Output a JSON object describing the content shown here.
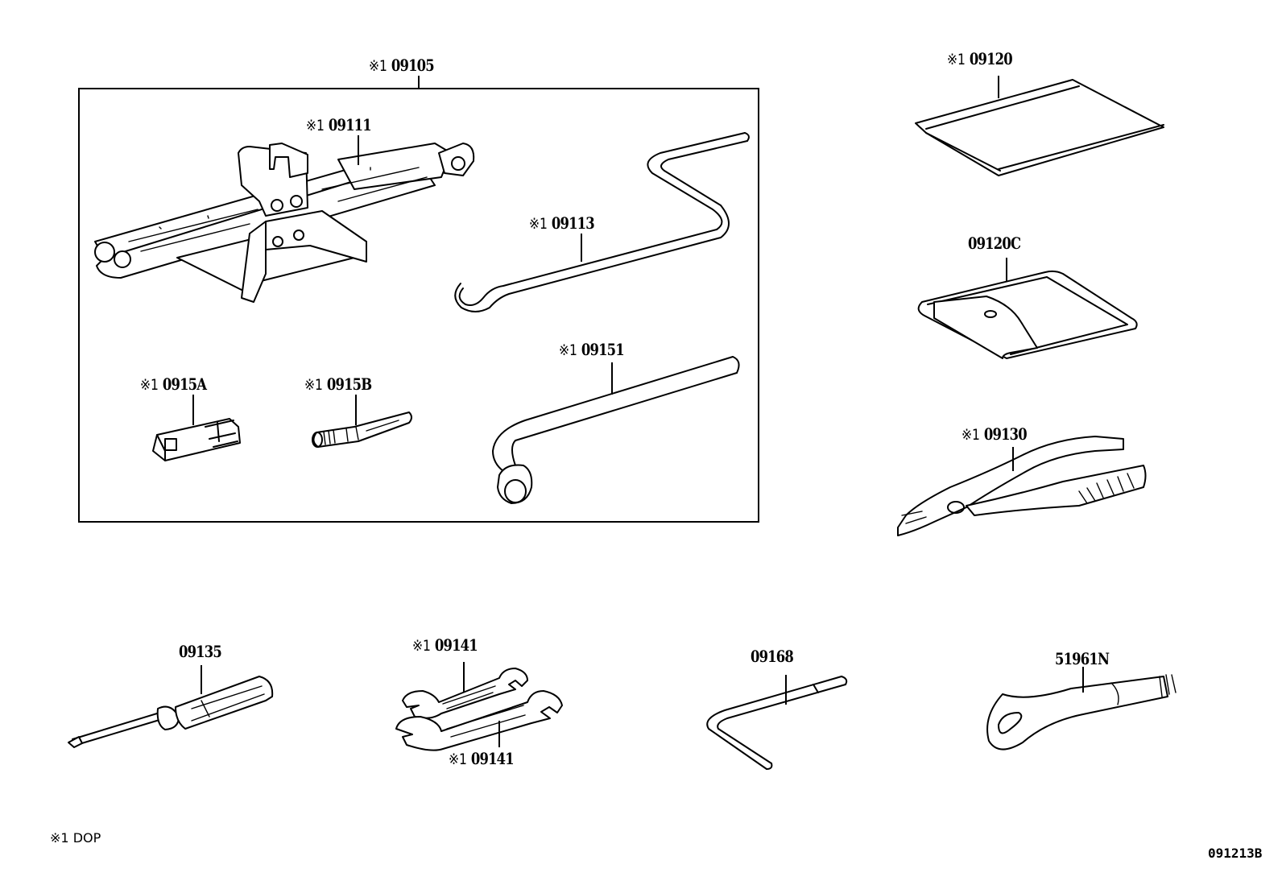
{
  "diagram": {
    "title_code": "091213B",
    "legend": {
      "mark": "※1",
      "text": "DOP"
    },
    "parts": [
      {
        "id": "jack-kit",
        "mark": "※1",
        "number": "09105"
      },
      {
        "id": "jack",
        "mark": "※1",
        "number": "09111"
      },
      {
        "id": "jack-handle",
        "mark": "※1",
        "number": "09113"
      },
      {
        "id": "wheel-nut-wrench",
        "mark": "※1",
        "number": "09151"
      },
      {
        "id": "socket-adapter-a",
        "mark": "※1",
        "number": "0915A"
      },
      {
        "id": "socket-adapter-b",
        "mark": "※1",
        "number": "0915B"
      },
      {
        "id": "tool-bag",
        "mark": "※1",
        "number": "09120"
      },
      {
        "id": "tool-pouch",
        "mark": "",
        "number": "09120C"
      },
      {
        "id": "pliers",
        "mark": "※1",
        "number": "09130"
      },
      {
        "id": "screwdriver",
        "mark": "",
        "number": "09135"
      },
      {
        "id": "wrench-small",
        "mark": "※1",
        "number": "09141"
      },
      {
        "id": "wrench-large",
        "mark": "※1",
        "number": "09141"
      },
      {
        "id": "hex-key",
        "mark": "",
        "number": "09168"
      },
      {
        "id": "towing-eye",
        "mark": "",
        "number": "51961N"
      }
    ]
  }
}
